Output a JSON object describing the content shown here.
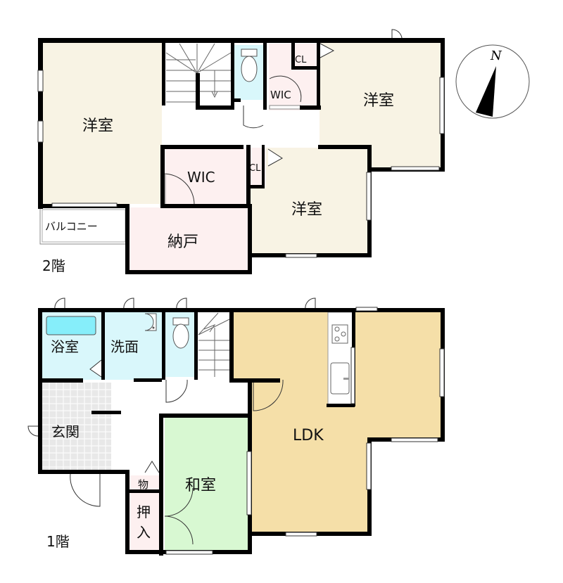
{
  "floor_plan": {
    "compass": {
      "label": "N"
    },
    "floors": [
      {
        "id": "floor-2",
        "label": "2階",
        "rooms": [
          {
            "id": "western-room-1",
            "label": "洋室",
            "color": "#f8f3e4"
          },
          {
            "id": "western-room-2",
            "label": "洋室",
            "color": "#f8f3e4"
          },
          {
            "id": "western-room-3",
            "label": "洋室",
            "color": "#f8f3e4"
          },
          {
            "id": "wic-1",
            "label": "WIC",
            "color": "#fdf0f0"
          },
          {
            "id": "wic-2",
            "label": "WIC",
            "color": "#fdf0f0"
          },
          {
            "id": "closet-1",
            "label": "CL",
            "color": "#fdf0f0"
          },
          {
            "id": "closet-2",
            "label": "CL",
            "color": "#fdf0f0"
          },
          {
            "id": "storage-room",
            "label": "納戸",
            "color": "#fdf0f0"
          },
          {
            "id": "balcony",
            "label": "バルコニー",
            "color": "#ffffff"
          },
          {
            "id": "toilet-2f",
            "label": "",
            "color": "#d9f7fb"
          }
        ]
      },
      {
        "id": "floor-1",
        "label": "1階",
        "rooms": [
          {
            "id": "bathroom",
            "label": "浴室",
            "color": "#d9f7fb"
          },
          {
            "id": "washroom",
            "label": "洗面",
            "color": "#d9f7fb"
          },
          {
            "id": "entrance",
            "label": "玄関",
            "color": "#e8e8e8"
          },
          {
            "id": "japanese-room",
            "label": "和室",
            "color": "#d8f8d2"
          },
          {
            "id": "ldk",
            "label": "LDK",
            "color": "#f5dfa8"
          },
          {
            "id": "storage-small",
            "label": "物",
            "color": "#fdf0f0"
          },
          {
            "id": "closet-oshiire",
            "label": "押\n入",
            "label_top": "押",
            "label_bottom": "入",
            "color": "#fdf0f0"
          },
          {
            "id": "toilet-1f",
            "label": "",
            "color": "#d9f7fb"
          }
        ]
      }
    ],
    "colors": {
      "wall": "#000000",
      "western": "#f8f3e4",
      "pink": "#fdf0f0",
      "water": "#d9f7fb",
      "bathtub": "#86eefa",
      "japanese": "#d8f8d2",
      "ldk": "#f5dfa8",
      "entrance": "#e8e8e8"
    }
  }
}
